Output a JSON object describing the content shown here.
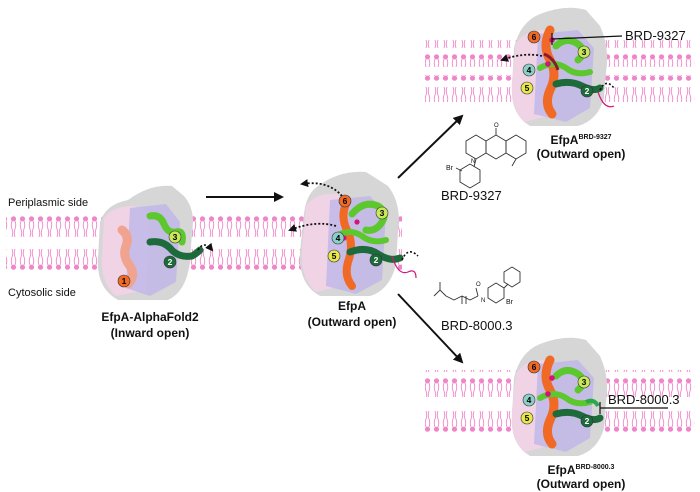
{
  "labels": {
    "periplasmic": "Periplasmic side",
    "cytosolic": "Cytosolic side"
  },
  "panels": [
    {
      "name_main": "EfpA-AlphaFold2",
      "name_sup": "",
      "state": "(Inward open)"
    },
    {
      "name_main": "EfpA",
      "name_sup": "",
      "state": "(Outward open)"
    },
    {
      "name_main": "EfpA",
      "name_sup": "BRD-9327",
      "state": "(Outward open)"
    },
    {
      "name_main": "EfpA",
      "name_sup": "BRD-8000.3",
      "state": "(Outward open)"
    }
  ],
  "compounds": {
    "brd9327": "BRD-9327",
    "brd8000": "BRD-8000.3",
    "callout_top": "BRD-9327",
    "callout_bottom": "BRD-8000.3",
    "bromine": "Br"
  },
  "site_numbers": [
    "1",
    "2",
    "3",
    "4",
    "5",
    "6"
  ],
  "colors": {
    "membrane": "#ef86c9",
    "protein_outer": "#d6d6d6",
    "protein_lavender": "#c3b9e8",
    "protein_pink": "#f1d3e6",
    "helix_green": "#5cc82e",
    "helix_orange": "#f06a26",
    "helix_darkgreen": "#1d6b3b",
    "ligand_magenta": "#d4147e"
  }
}
